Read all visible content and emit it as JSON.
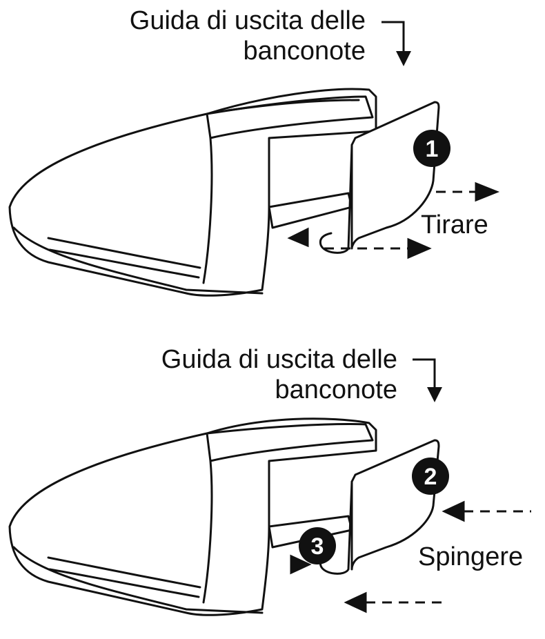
{
  "top": {
    "caption_line1": "Guida di uscita delle",
    "caption_line2": "banconote",
    "step": "1",
    "action": "Tirare"
  },
  "bottom": {
    "caption_line1": "Guida di uscita delle",
    "caption_line2": "banconote",
    "step_front": "2",
    "step_inner": "3",
    "action": "Spingere"
  },
  "colors": {
    "line": "#111111",
    "fill": "#ffffff",
    "badge": "#111111"
  }
}
